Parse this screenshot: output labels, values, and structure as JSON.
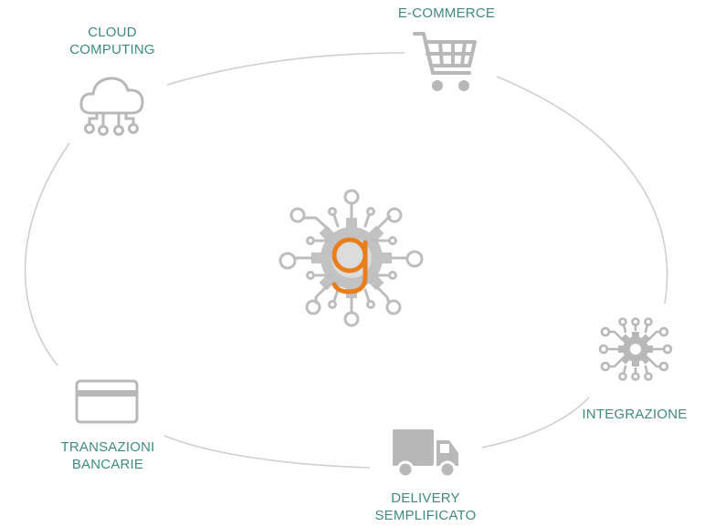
{
  "colors": {
    "label": "#3f8a80",
    "icon_gray": "#b8b8b8",
    "ring": "#cfcfcf",
    "brand_orange": "#e87e1e"
  },
  "center": {
    "icon": "gear-circuit-icon",
    "logo_letter": "g"
  },
  "nodes": [
    {
      "id": "cloud",
      "icon": "cloud-network-icon",
      "lines": [
        "CLOUD",
        "COMPUTING"
      ]
    },
    {
      "id": "ecommerce",
      "icon": "shopping-cart-icon",
      "lines": [
        "E-COMMERCE"
      ]
    },
    {
      "id": "integration",
      "icon": "gear-network-icon",
      "lines": [
        "INTEGRAZIONE"
      ]
    },
    {
      "id": "delivery",
      "icon": "delivery-truck-icon",
      "lines": [
        "DELIVERY",
        "SEMPLIFICATO"
      ]
    },
    {
      "id": "banking",
      "icon": "credit-card-icon",
      "lines": [
        "TRANSAZIONI",
        "BANCARIE"
      ]
    }
  ]
}
